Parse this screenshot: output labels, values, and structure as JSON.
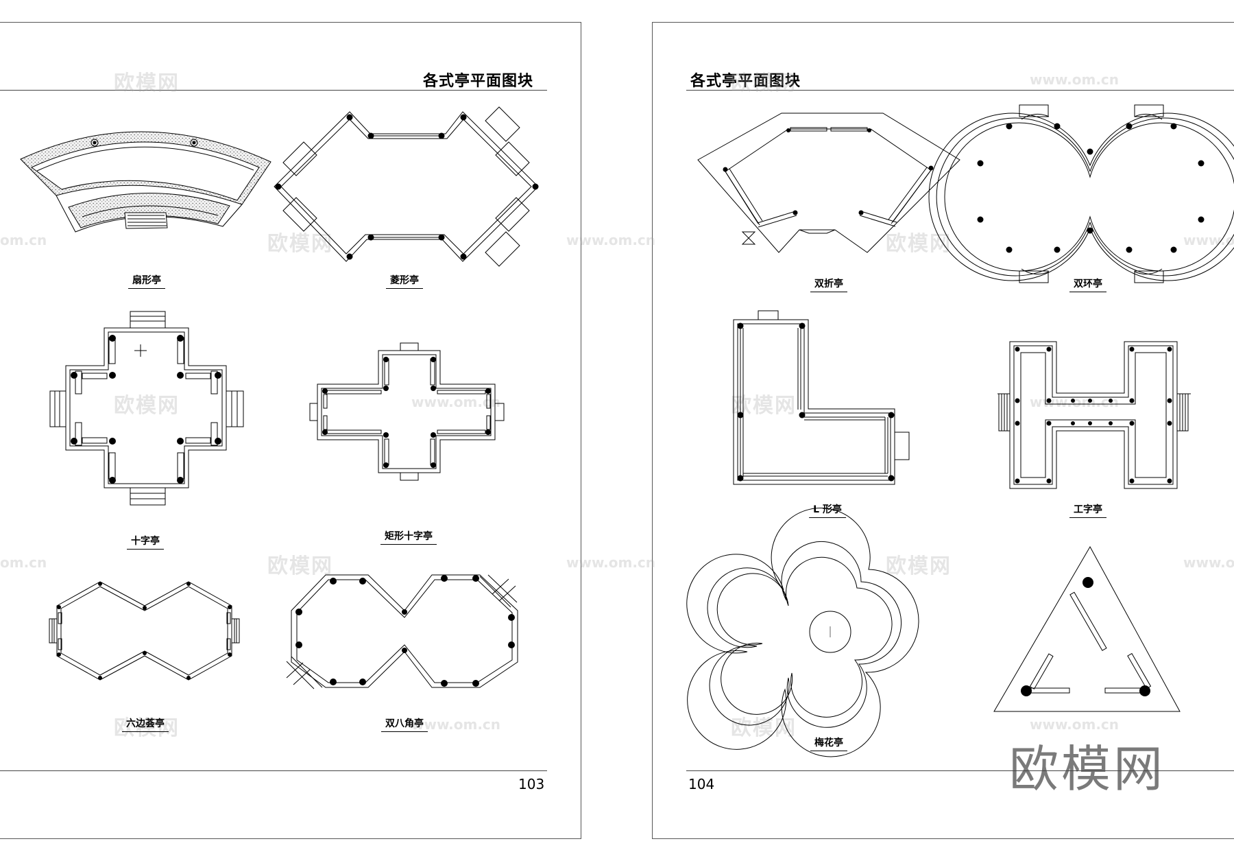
{
  "left_page": {
    "title": "各式亭平面图块",
    "page_number": "103",
    "captions": {
      "fan": "扇形亭",
      "rhombus": "菱形亭",
      "cross": "十字亭",
      "rect_cross": "矩形十字亭",
      "hex_joined": "六边荟亭",
      "double_octagon": "双八角亭"
    }
  },
  "right_page": {
    "title": "各式亭平面图块",
    "page_number": "104",
    "captions": {
      "double_fold": "双折亭",
      "double_ring": "双环亭",
      "l_shape": "L 形亭",
      "i_shape": "工字亭",
      "plum": "梅花亭",
      "triangle": ""
    }
  },
  "watermarks": {
    "cn": "欧模网",
    "url": "www.om.cn",
    "url_partial": "om.cn",
    "corner": "欧模网"
  }
}
